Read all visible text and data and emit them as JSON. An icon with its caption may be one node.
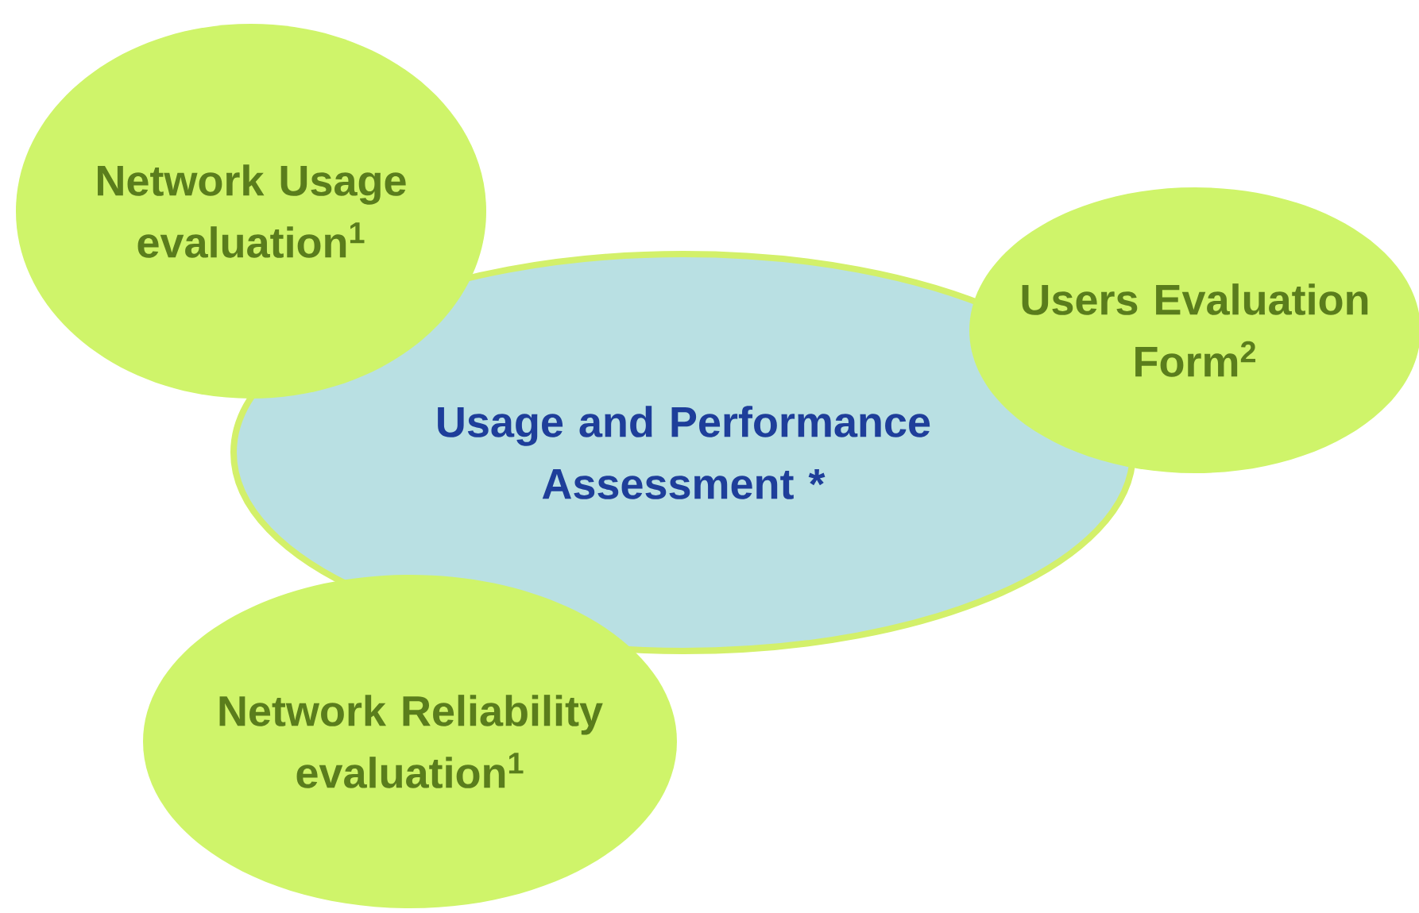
{
  "diagram": {
    "nodes": [
      {
        "text": [
          "Network Usage evaluation$^{1}$"
        ]
      },
      {
        "text": [
          "Users Evaluation Form$^{2}$"
        ]
      },
      {
        "text": [
          "Usage and Performance Assessment *"
        ]
      },
      {
        "text": [
          "Network Reliability evaluation$^{1}$"
        ]
      }
    ]
  }
}
